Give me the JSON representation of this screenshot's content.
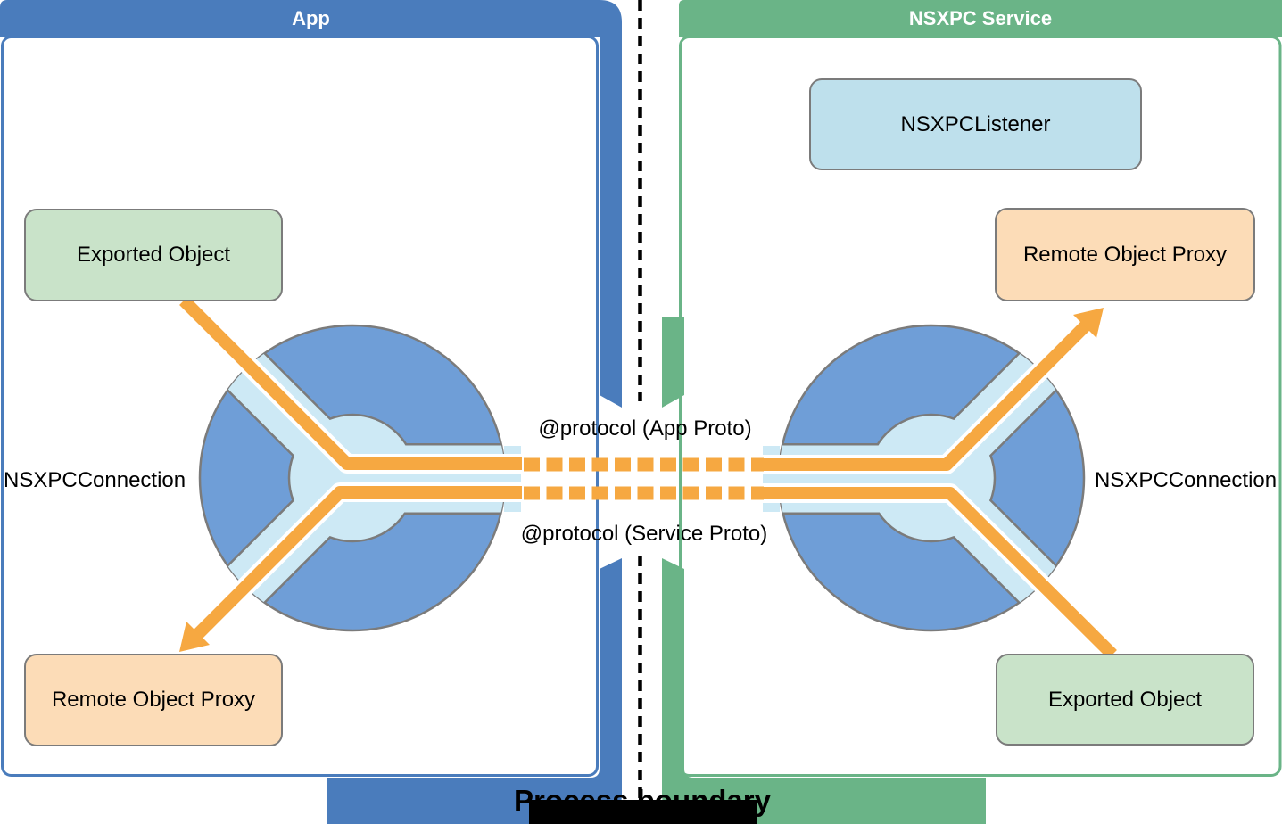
{
  "app_panel": {
    "title": "App",
    "exported_object_label": "Exported Object",
    "remote_object_proxy_label": "Remote Object Proxy",
    "connection_label": "NSXPCConnection"
  },
  "service_panel": {
    "title": "NSXPC Service",
    "listener_label": "NSXPCListener",
    "remote_object_proxy_label": "Remote Object Proxy",
    "exported_object_label": "Exported Object",
    "connection_label": "NSXPCConnection"
  },
  "protocols": {
    "app": "@protocol (App Proto)",
    "service": "@protocol (Service Proto)"
  },
  "boundary": {
    "label": "Process boundary"
  },
  "colors": {
    "app_accent": "#4A7CBC",
    "service_accent": "#6AB487",
    "connection_ring": "#6F9ED7",
    "connection_channel": "#CDE9F5",
    "message_orange": "#F6A841",
    "exported_object_fill": "#C9E3C9",
    "proxy_fill": "#FCDCB7",
    "listener_fill": "#BEE0EC",
    "boundary_line": "#000000"
  }
}
